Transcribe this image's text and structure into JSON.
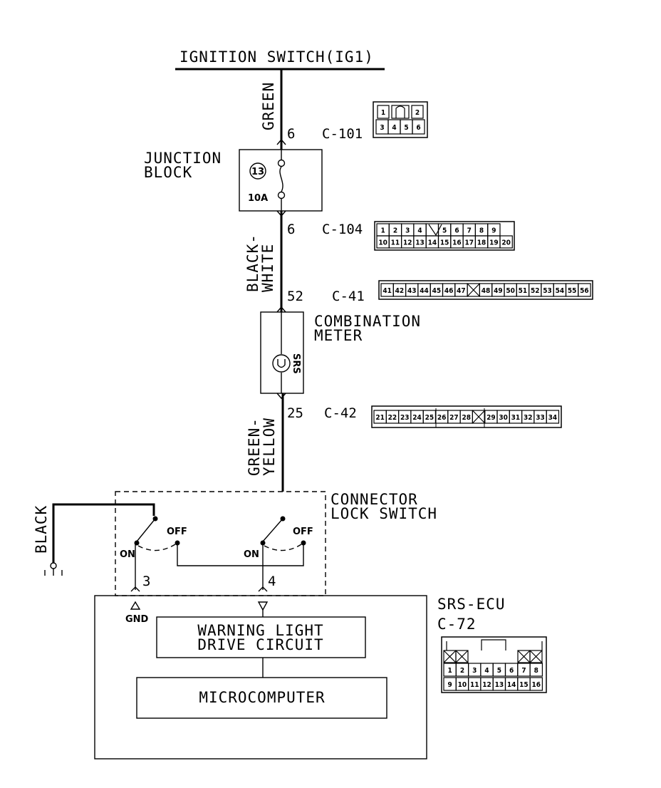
{
  "ignition_switch": "IGNITION SWITCH(IG1)",
  "wires": {
    "green": "GREEN",
    "black_white_1": "BLACK-",
    "black_white_2": "WHITE",
    "green_yellow_1": "GREEN-",
    "green_yellow_2": "YELLOW",
    "black": "BLACK"
  },
  "junction_block": {
    "line1": "JUNCTION",
    "line2": "BLOCK",
    "fuse_no": "13",
    "fuse_rating": "10A"
  },
  "combination_meter": {
    "line1": "COMBINATION",
    "line2": "METER",
    "lamp": "SRS"
  },
  "connector_lock_switch": {
    "line1": "CONNECTOR",
    "line2": "LOCK SWITCH",
    "on": "ON",
    "off": "OFF"
  },
  "srs_ecu": {
    "name": "SRS-ECU",
    "connector": "C-72",
    "gnd": "GND",
    "warning_line1": "WARNING LIGHT",
    "warning_line2": "DRIVE CIRCUIT",
    "microcomputer": "MICROCOMPUTER"
  },
  "pins": {
    "p6a": "6",
    "p6b": "6",
    "p52": "52",
    "p25": "25",
    "p3": "3",
    "p4": "4"
  },
  "connectors": {
    "c101": {
      "label": "C-101",
      "top": [
        "1",
        "",
        "2"
      ],
      "bottom": [
        "3",
        "4",
        "5",
        "6"
      ]
    },
    "c104": {
      "label": "C-104",
      "top": [
        "1",
        "2",
        "3",
        "4",
        "",
        "5",
        "6",
        "7",
        "8",
        "9"
      ],
      "bottom": [
        "10",
        "11",
        "12",
        "13",
        "14",
        "15",
        "16",
        "17",
        "18",
        "19",
        "20"
      ]
    },
    "c41": {
      "label": "C-41",
      "cells": [
        "41",
        "42",
        "43",
        "44",
        "45",
        "46",
        "47",
        "",
        "48",
        "49",
        "50",
        "51",
        "52",
        "53",
        "54",
        "55",
        "56"
      ]
    },
    "c42": {
      "label": "C-42",
      "cells": [
        "21",
        "22",
        "23",
        "24",
        "25",
        "26",
        "27",
        "28",
        "",
        "29",
        "30",
        "31",
        "32",
        "33",
        "34"
      ]
    },
    "c72": {
      "top": [
        "1",
        "2",
        "3",
        "4",
        "5",
        "6",
        "7",
        "8"
      ],
      "bottom": [
        "9",
        "10",
        "11",
        "12",
        "13",
        "14",
        "15",
        "16"
      ]
    }
  }
}
